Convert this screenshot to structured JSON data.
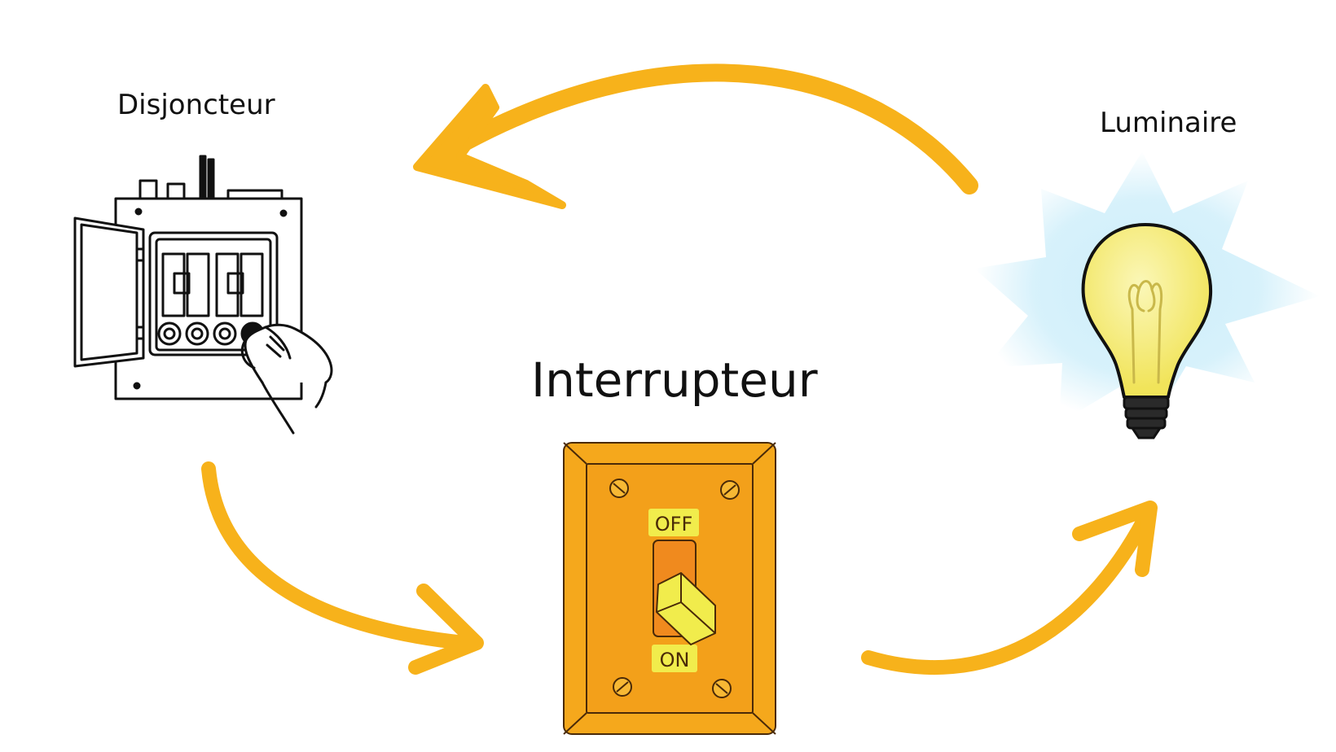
{
  "diagram": {
    "nodes": {
      "breaker": {
        "label": "Disjoncteur"
      },
      "switch": {
        "label": "Interrupteur",
        "off_text": "OFF",
        "on_text": "ON"
      },
      "light": {
        "label": "Luminaire"
      }
    },
    "edges": [
      {
        "from": "breaker",
        "to": "switch"
      },
      {
        "from": "switch",
        "to": "light"
      },
      {
        "from": "light",
        "to": "breaker"
      }
    ]
  },
  "colors": {
    "arrow": "#f7b21b",
    "plate": "#f5a81c",
    "toggle": "#f1ec4c",
    "toggle_slot": "#f08a1e",
    "bulb_glass": "#f6ef7a",
    "glow": "#cdeefa"
  }
}
